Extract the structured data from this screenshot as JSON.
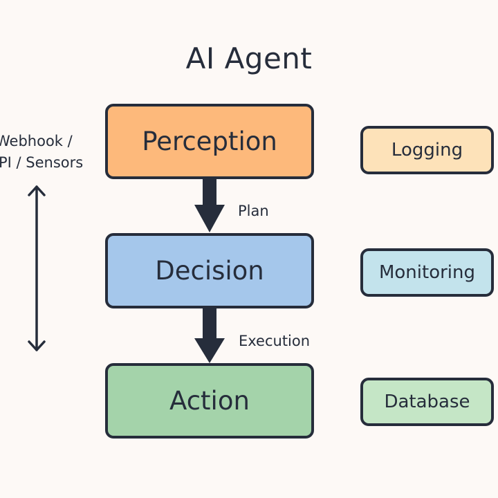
{
  "title": "AI Agent",
  "input_label": {
    "line1": "Webhook /",
    "line2": "PI / Sensors"
  },
  "stages": [
    {
      "label": "Perception",
      "color": "#fdb97b"
    },
    {
      "label": "Decision",
      "color": "#a5c7eb"
    },
    {
      "label": "Action",
      "color": "#a4d3aa"
    }
  ],
  "edges": [
    {
      "from": "Perception",
      "to": "Decision",
      "label": "Plan"
    },
    {
      "from": "Decision",
      "to": "Action",
      "label": "Execution"
    }
  ],
  "side_boxes": [
    {
      "label": "Logging",
      "color": "#fde2b9"
    },
    {
      "label": "Monitoring",
      "color": "#c3e3ec"
    },
    {
      "label": "Database",
      "color": "#c5e6c6"
    }
  ],
  "stroke_color": "#262d3b",
  "background": "#fdf9f6"
}
